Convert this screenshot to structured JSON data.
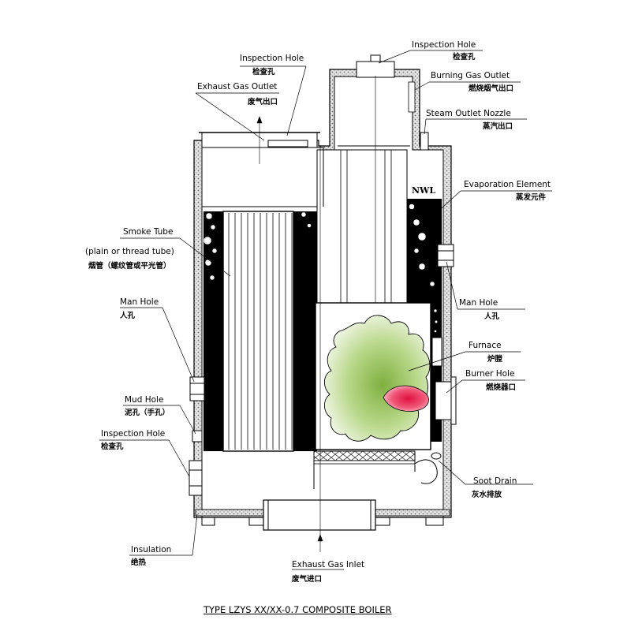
{
  "title": "TYPE LZYS XX/XX-0.7 COMPOSITE BOILER",
  "water_level_mark": "NWL",
  "labels": {
    "inspection_hole_top": {
      "en": "Inspection Hole",
      "zh": "检查孔"
    },
    "burning_gas_outlet": {
      "en": "Burning Gas Outlet",
      "zh": "燃烧烟气出口"
    },
    "steam_outlet_nozzle": {
      "en": "Steam Outlet Nozzle",
      "zh": "蒸汽出口"
    },
    "evaporation_element": {
      "en": "Evaporation Element",
      "zh": "蒸发元件"
    },
    "man_hole_right": {
      "en": "Man Hole",
      "zh": "人孔"
    },
    "furnace": {
      "en": "Furnace",
      "zh": "炉膛"
    },
    "burner_hole": {
      "en": "Burner Hole",
      "zh": "燃烧器口"
    },
    "soot_drain": {
      "en": "Soot Drain",
      "zh": "灰水排放"
    },
    "exhaust_gas_inlet": {
      "en": "Exhaust Gas Inlet",
      "zh": "废气进口"
    },
    "inspection_hole_left_top": {
      "en": "Inspection Hole",
      "zh": "检查孔"
    },
    "exhaust_gas_outlet": {
      "en": "Exhaust Gas Outlet",
      "zh": "废气出口"
    },
    "smoke_tube": {
      "en": "Smoke Tube",
      "en2": "(plain or thread tube)",
      "zh": "烟管（螺纹管或平光管）"
    },
    "man_hole_left": {
      "en": "Man Hole",
      "zh": "人孔"
    },
    "mud_hole": {
      "en": "Mud Hole",
      "zh": "泥孔（手孔）"
    },
    "inspection_hole_left": {
      "en": "Inspection Hole",
      "zh": "检查孔"
    },
    "insulation": {
      "en": "Insulation",
      "zh": "绝热"
    }
  },
  "colors": {
    "line": "#000000",
    "water": "#000000",
    "insulation": "#d8d8d8",
    "flame_outer": "#a8c870",
    "flame_core": "#e8204a"
  }
}
